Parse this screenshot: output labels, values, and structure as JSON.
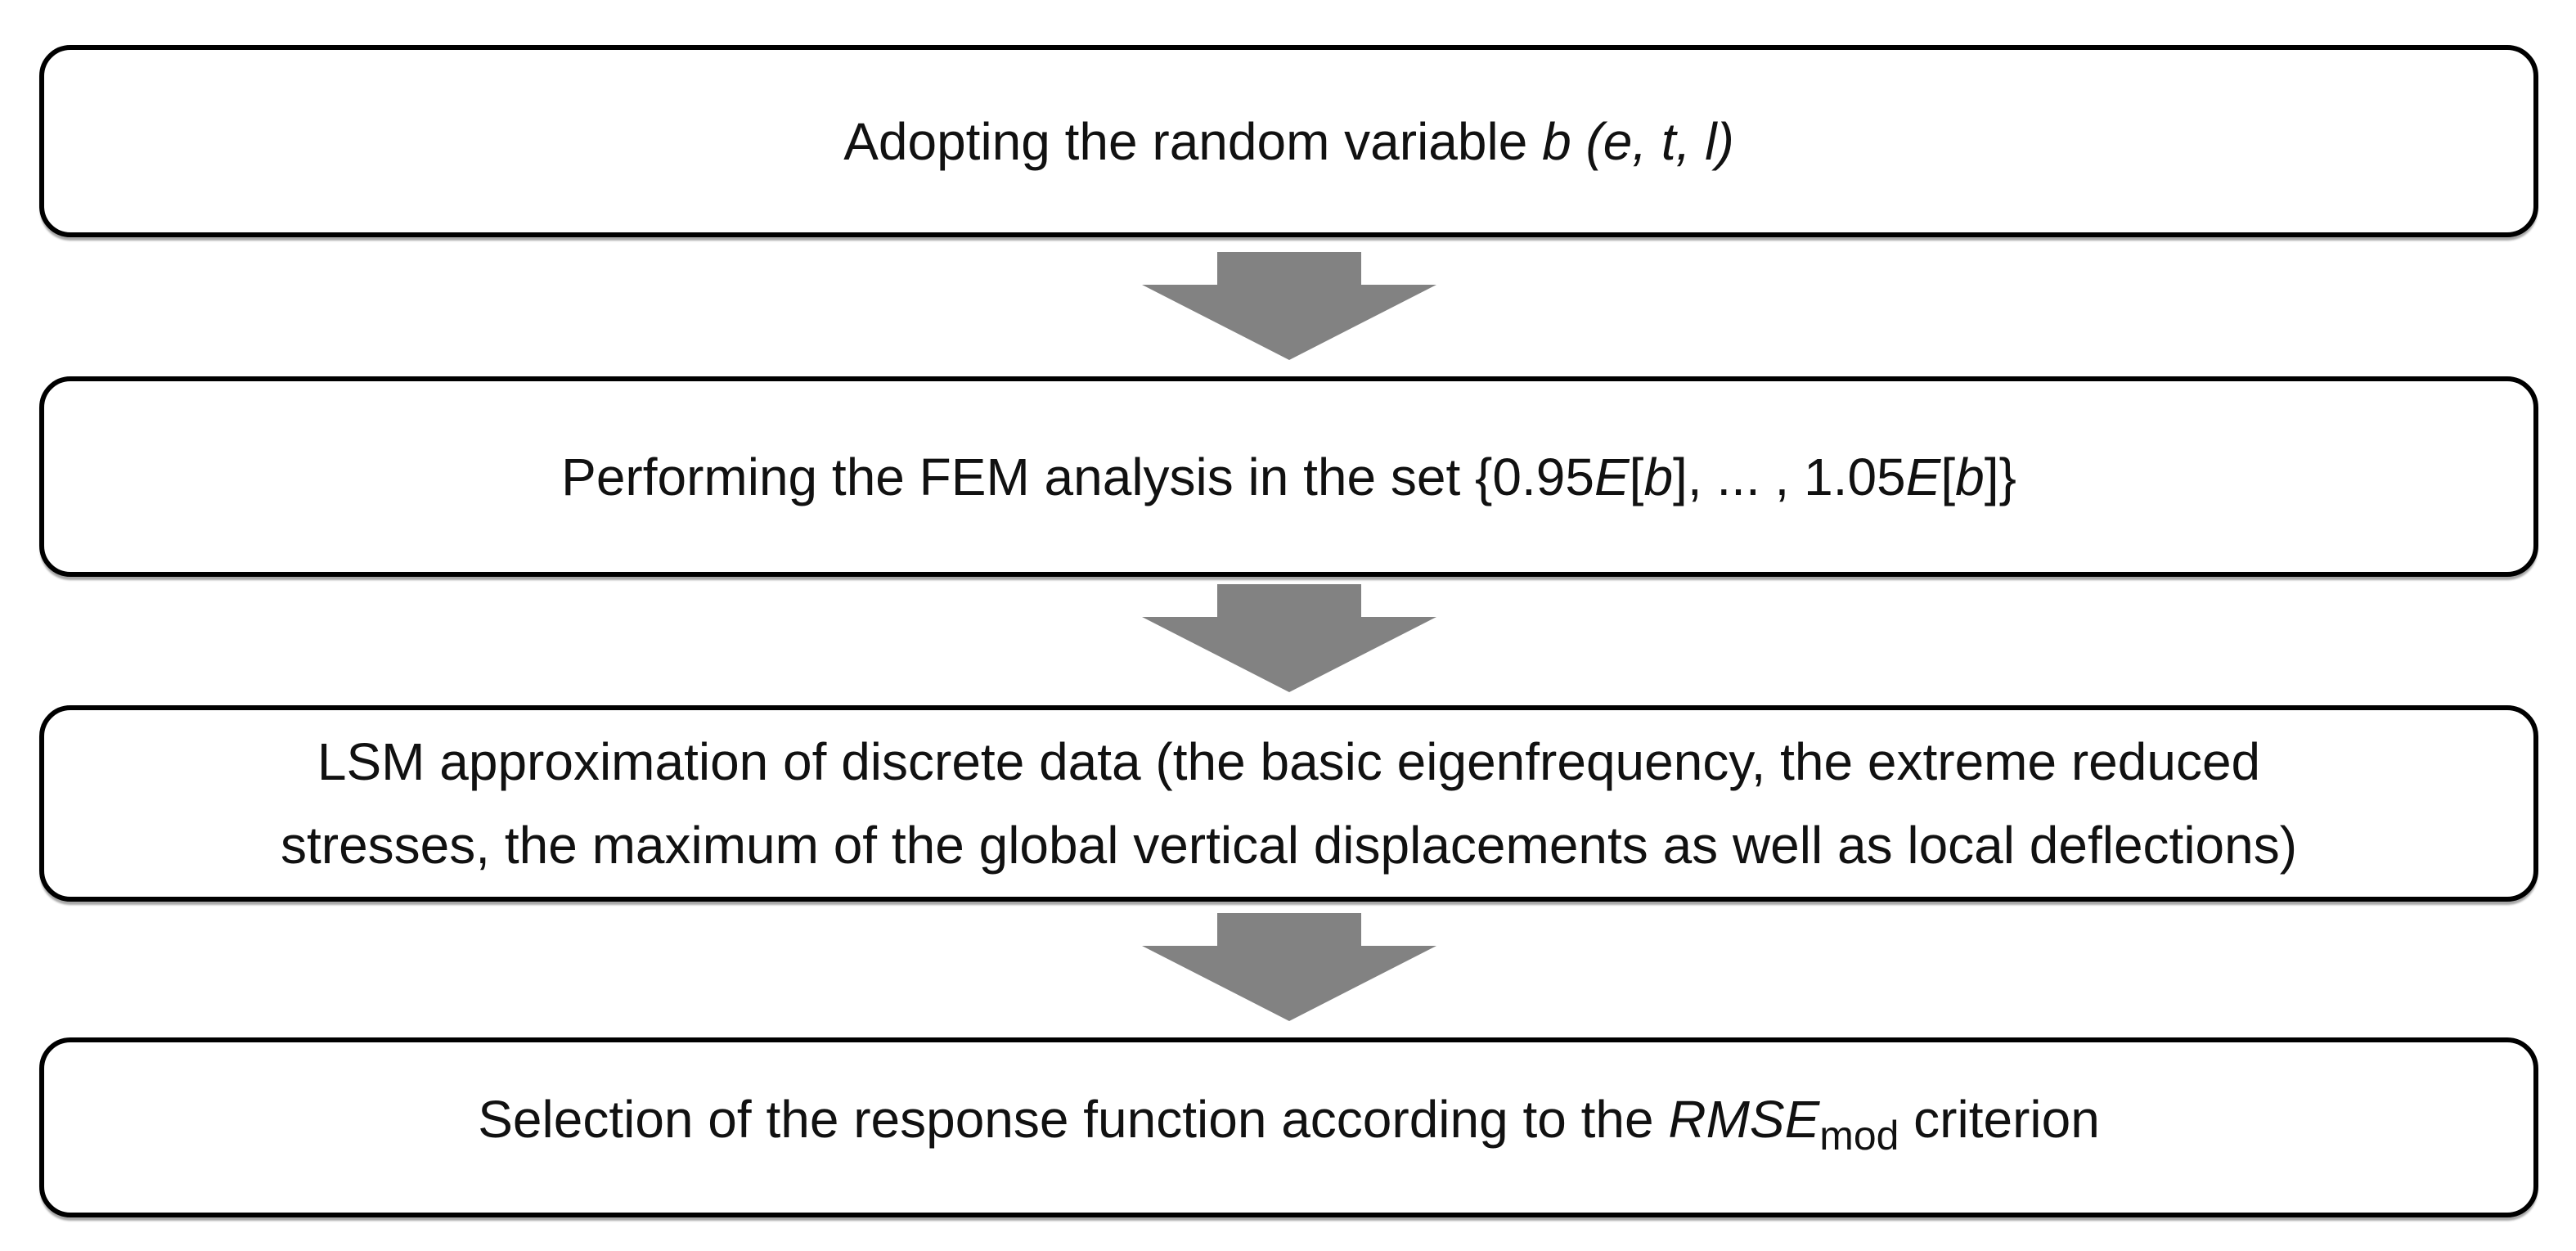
{
  "colors": {
    "background": "#ffffff",
    "box_fill": "#ffffff",
    "box_border": "#000000",
    "text": "#111111",
    "arrow_fill": "#828282"
  },
  "flowchart": {
    "kind": "vertical-process-flow",
    "step_count": 4,
    "boxes": [
      {
        "name": "step-adopt-random-variable",
        "lines": [
          [
            {
              "text": "Adopting the random variable "
            },
            {
              "text": "b (e, t, l)",
              "style": "italic"
            }
          ]
        ]
      },
      {
        "name": "step-fem-analysis",
        "lines": [
          [
            {
              "text": "Performing the FEM analysis in the set {0.95"
            },
            {
              "text": "E",
              "style": "italic"
            },
            {
              "text": "["
            },
            {
              "text": "b",
              "style": "italic"
            },
            {
              "text": "], ... , 1.05"
            },
            {
              "text": "E",
              "style": "italic"
            },
            {
              "text": "["
            },
            {
              "text": "b",
              "style": "italic"
            },
            {
              "text": "]}"
            }
          ]
        ]
      },
      {
        "name": "step-lsm-approximation",
        "lines": [
          [
            {
              "text": "LSM approximation of discrete data (the basic eigenfrequency, the extreme reduced"
            }
          ],
          [
            {
              "text": "stresses, the maximum of the global vertical displacements as well as local deflections)"
            }
          ]
        ]
      },
      {
        "name": "step-response-function-selection",
        "lines": [
          [
            {
              "text": "Selection of the response function according to the "
            },
            {
              "text": "RMSE",
              "style": "italic"
            },
            {
              "text": "mod",
              "style": "subscript"
            },
            {
              "text": " criterion"
            }
          ]
        ]
      }
    ],
    "connectors": [
      {
        "name": "arrow-step1-to-step2",
        "direction": "down"
      },
      {
        "name": "arrow-step2-to-step3",
        "direction": "down"
      },
      {
        "name": "arrow-step3-to-step4",
        "direction": "down"
      }
    ]
  }
}
